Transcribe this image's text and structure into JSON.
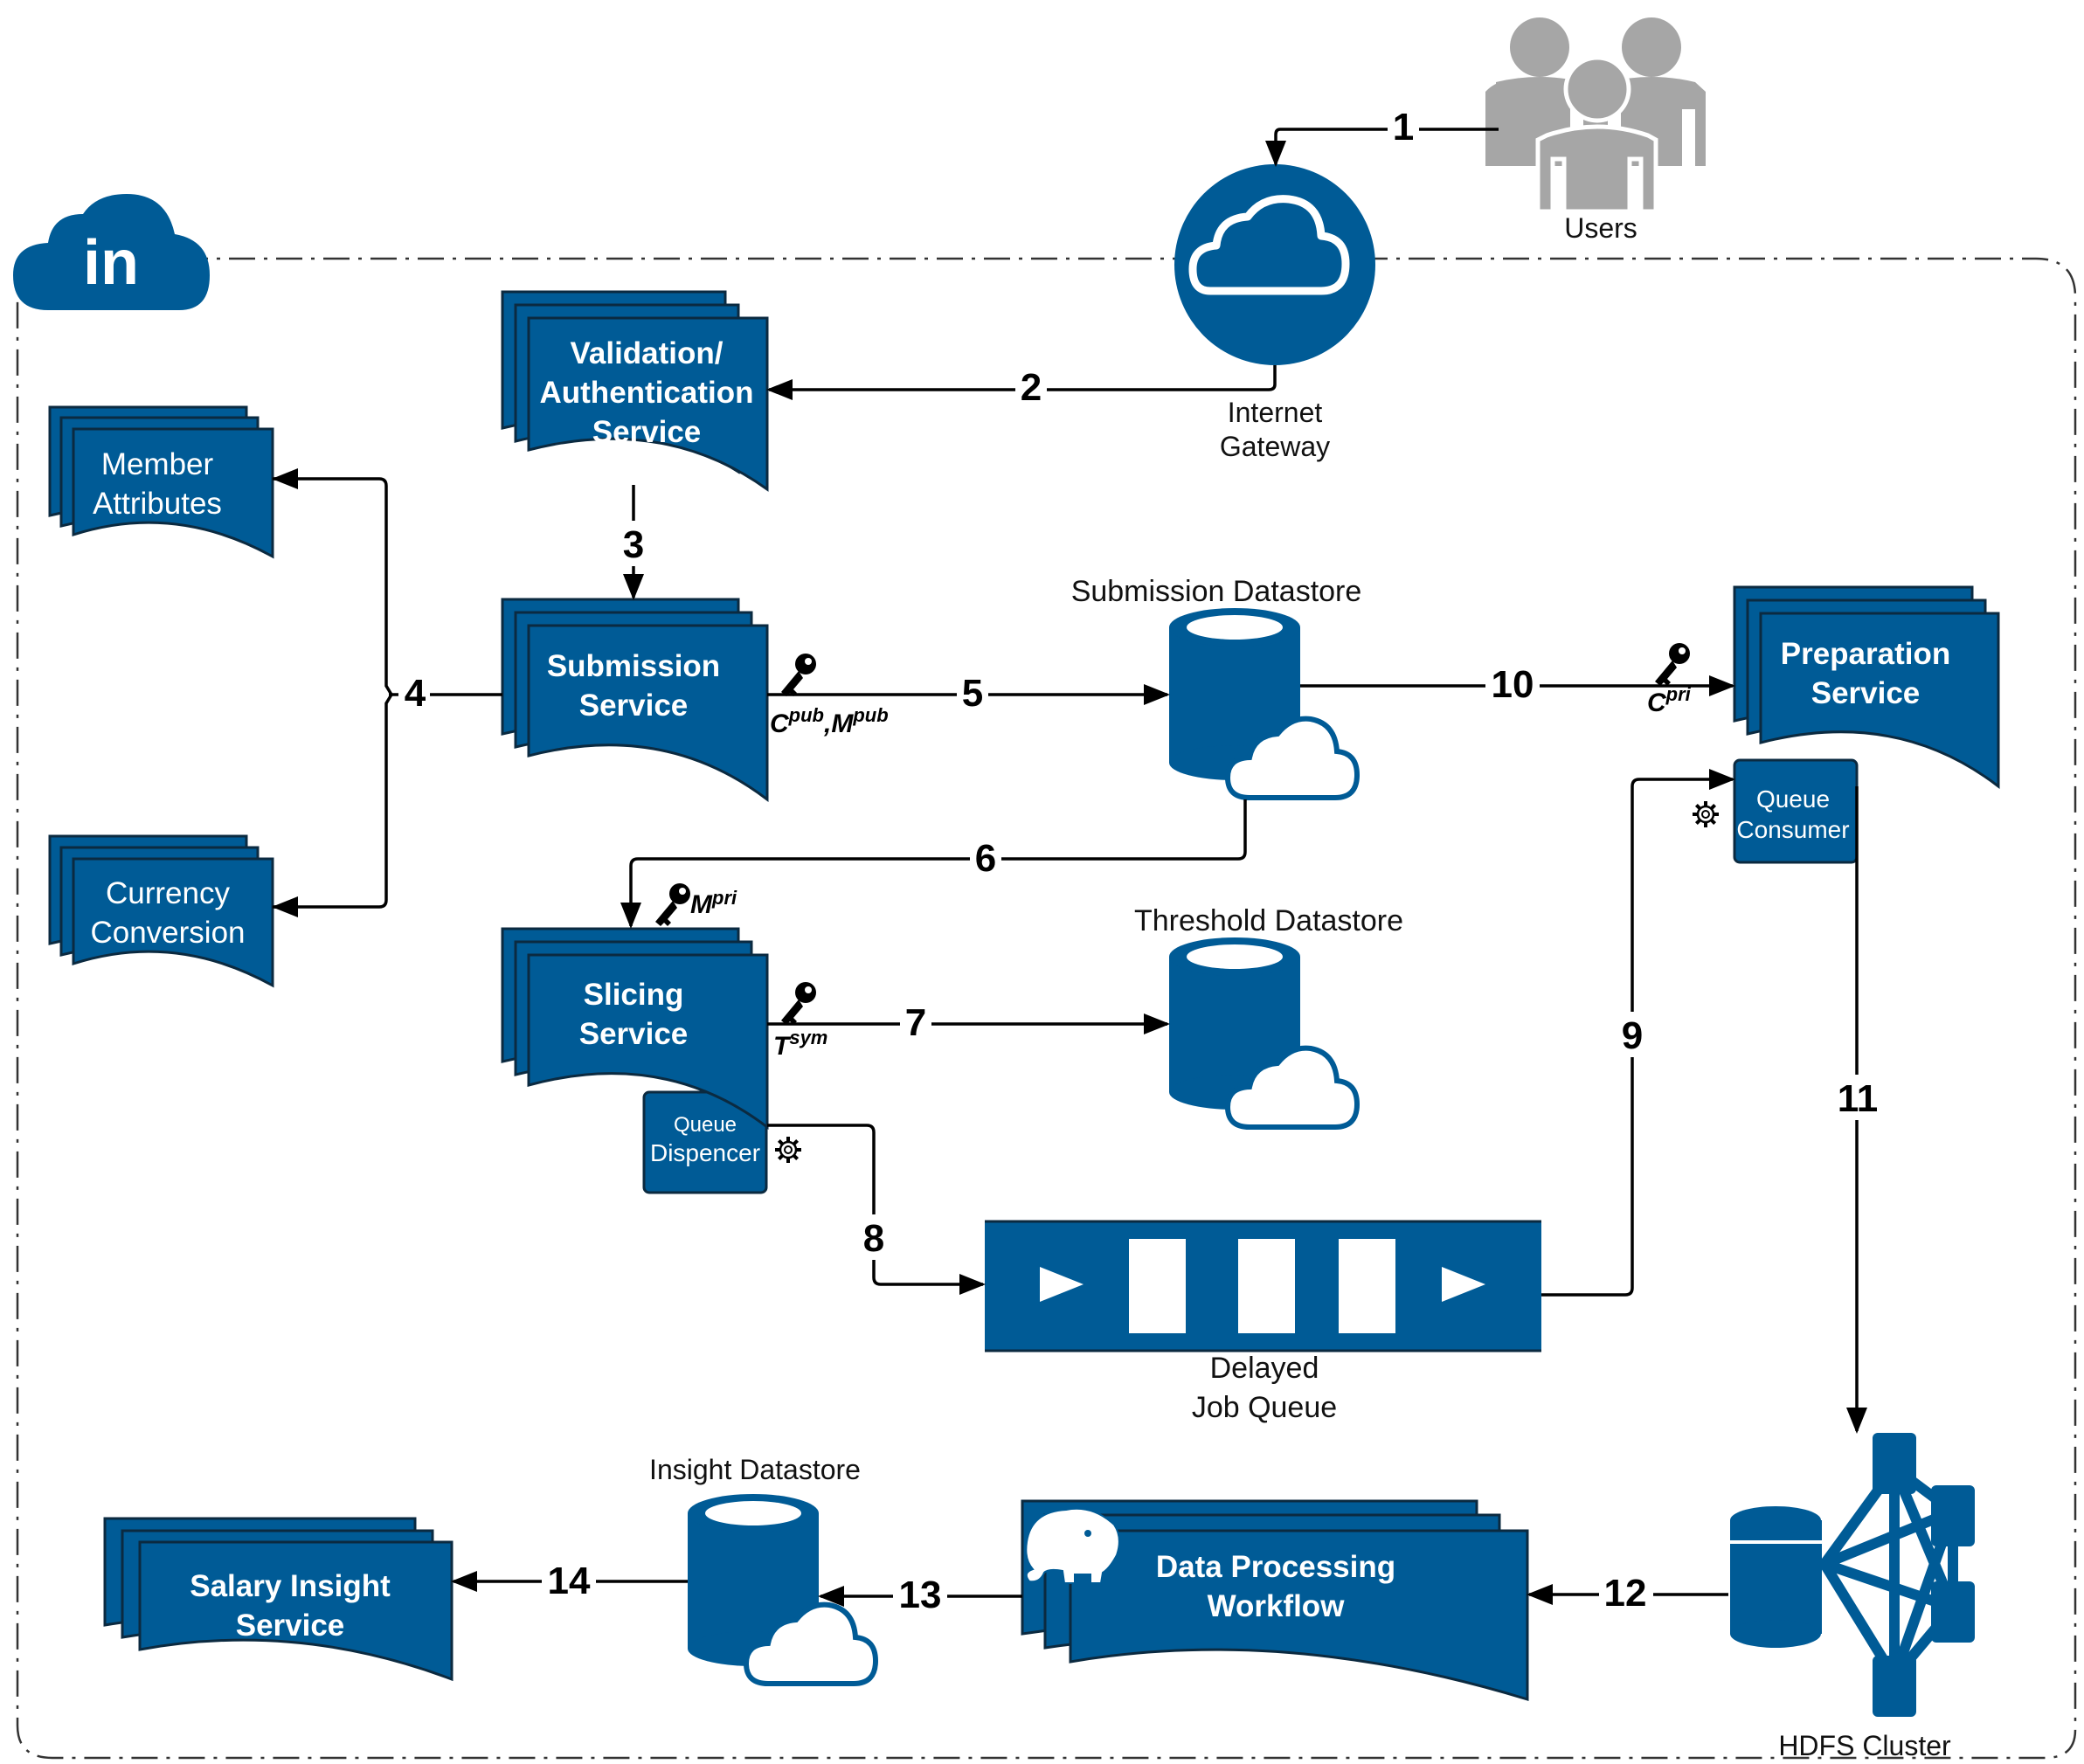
{
  "colors": {
    "primary": "#005b96",
    "dark_outline": "#0b2a40",
    "user_gray": "#a6a6a6",
    "line": "#000000"
  },
  "brand": {
    "logo_text": "in"
  },
  "external": {
    "users_label": "Users",
    "gateway_label_line1": "Internet",
    "gateway_label_line2": "Gateway"
  },
  "services": {
    "validation": {
      "line1": "Validation/",
      "line2": "Authentication",
      "line3": "Service"
    },
    "submission": {
      "line1": "Submission",
      "line2": "Service"
    },
    "member_attributes": {
      "line1": "Member",
      "line2": "Attributes"
    },
    "currency_conversion": {
      "line1": "Currency",
      "line2": "Conversion"
    },
    "slicing": {
      "line1": "Slicing",
      "line2": "Service"
    },
    "queue_dispencer": {
      "line1": "Queue",
      "line2": "Dispencer"
    },
    "preparation": {
      "line1": "Preparation",
      "line2": "Service"
    },
    "queue_consumer": {
      "line1": "Queue",
      "line2": "Consumer"
    },
    "data_processing": {
      "line1": "Data Processing",
      "line2": "Workflow"
    },
    "salary_insight": {
      "line1": "Salary Insight",
      "line2": "Service"
    }
  },
  "datastores": {
    "submission": "Submission Datastore",
    "threshold": "Threshold Datastore",
    "insight": "Insight Datastore"
  },
  "queue": {
    "line1": "Delayed",
    "line2": "Job Queue"
  },
  "hdfs": {
    "label": "HDFS Cluster"
  },
  "keys": {
    "submission_base": "C",
    "submission_sup1": "pub",
    "submission_mid": ",M",
    "submission_sup2": "pub",
    "slicing_in_base": "M",
    "slicing_in_sup": "pri",
    "slicing_out_base": "T",
    "slicing_out_sup": "sym",
    "preparation_base": "C",
    "preparation_sup": "pri"
  },
  "steps": [
    "1",
    "2",
    "3",
    "4",
    "5",
    "6",
    "7",
    "8",
    "9",
    "10",
    "11",
    "12",
    "13",
    "14"
  ]
}
